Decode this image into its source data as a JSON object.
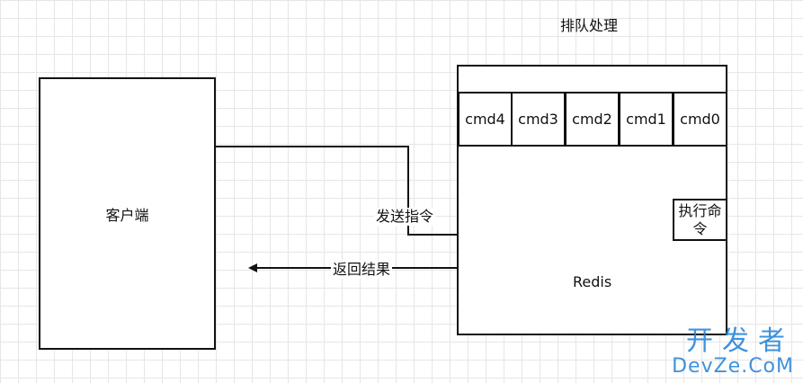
{
  "queue_title": "排队处理",
  "client_label": "客户端",
  "redis_label": "Redis",
  "commands": [
    "cmd4",
    "cmd3",
    "cmd2",
    "cmd1",
    "cmd0"
  ],
  "execute_label": "执行命令",
  "send_label": "发送指令",
  "return_label": "返回结果",
  "watermark": {
    "main": "开发者",
    "sub": "DevZe.CoM"
  }
}
